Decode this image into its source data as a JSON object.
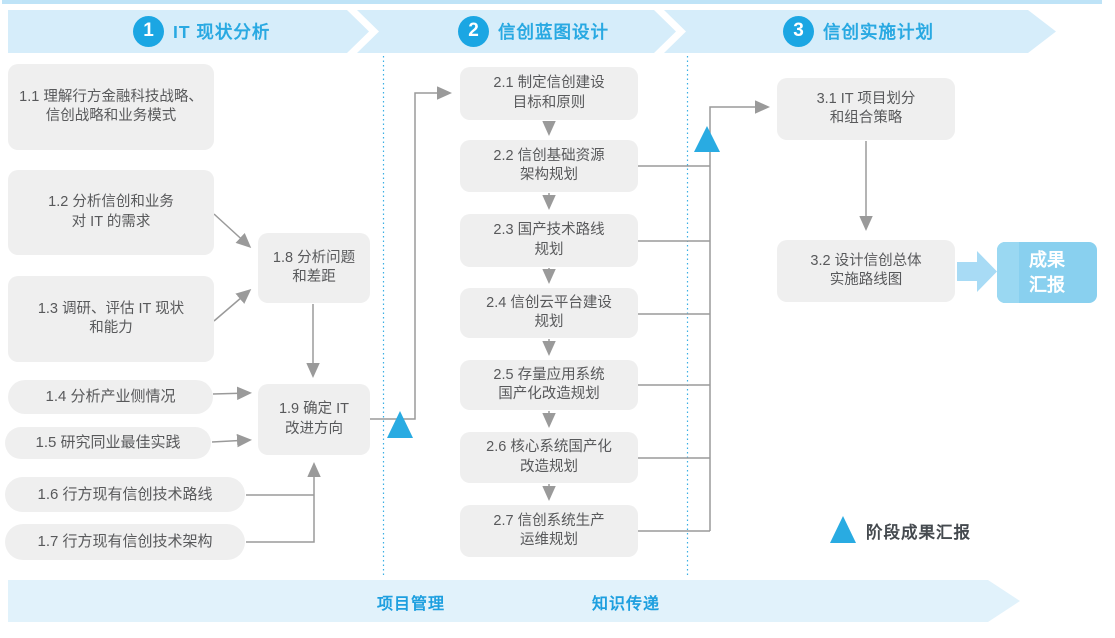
{
  "header": {
    "phases": [
      {
        "number": "1",
        "title": "IT 现状分析"
      },
      {
        "number": "2",
        "title": "信创蓝图设计"
      },
      {
        "number": "3",
        "title": "信创实施计划"
      }
    ]
  },
  "phase1_boxes": {
    "b11": "1.1 理解行方金融科技战略、\n信创战略和业务模式",
    "b12": "1.2 分析信创和业务\n对 IT 的需求",
    "b13": "1.3 调研、评估 IT 现状\n和能力",
    "b14": "1.4 分析产业侧情况",
    "b15": "1.5 研究同业最佳实践",
    "b16": "1.6 行方现有信创技术路线",
    "b17": "1.7 行方现有信创技术架构",
    "b18": "1.8 分析问题\n和差距",
    "b19": "1.9 确定 IT\n改进方向"
  },
  "phase2_boxes": {
    "b21": "2.1 制定信创建设\n目标和原则",
    "b22": "2.2 信创基础资源\n架构规划",
    "b23": "2.3 国产技术路线\n规划",
    "b24": "2.4 信创云平台建设\n规划",
    "b25": "2.5 存量应用系统\n国产化改造规划",
    "b26": "2.6 核心系统国产化\n改造规划",
    "b27": "2.7 信创系统生产\n运维规划"
  },
  "phase3_boxes": {
    "b31": "3.1 IT 项目划分\n和组合策略",
    "b32": "3.2 设计信创总体\n实施路线图"
  },
  "outcome_box": "成果\n汇报",
  "legend": {
    "milestone_label": "阶段成果汇报"
  },
  "footer": {
    "left_label": "项目管理",
    "right_label": "知识传递"
  },
  "colors": {
    "accent_blue": "#29ABE2",
    "badge_blue": "#1BA6E3",
    "band_light_blue": "#D6EDFA",
    "footer_light_blue": "#E1F2FB",
    "box_gray": "#EFEFEF",
    "connector_gray": "#9A9A9A",
    "outcome_blue": "#89D0EF",
    "box_text_gray": "#58595B"
  }
}
